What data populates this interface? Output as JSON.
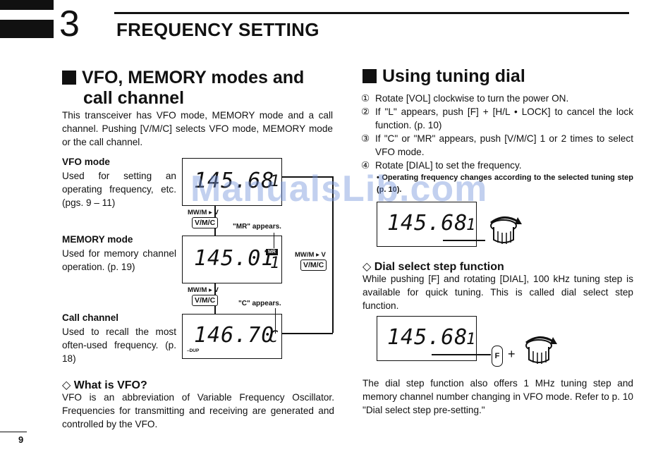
{
  "header": {
    "chapter_number": "3",
    "chapter_title": "FREQUENCY SETTING"
  },
  "left": {
    "section_title_1": "VFO, MEMORY modes and",
    "section_title_2": "call channel",
    "intro": "This transceiver has VFO mode, MEMORY mode and a call channel. Pushing [V/M/C] selects VFO mode, MEMORY mode or the call channel.",
    "vfo_title": "VFO mode",
    "vfo_text": "Used for setting an operating frequency, etc. (pgs. 9 – 11)",
    "memory_title": "MEMORY mode",
    "memory_text": "Used for memory channel operation. (p. 19)",
    "call_title": "Call channel",
    "call_text": "Used to recall the most often-used frequency. (p. 18)",
    "what_title": "◇ What is VFO?",
    "what_text": "VFO is an abbreviation of Variable Frequency Oscillator. Frequencies for transmitting and receiving are generated and controlled by the VFO."
  },
  "diagram": {
    "lcd1": "145.68",
    "lcd1_ch": "1",
    "lcd2": "145.01",
    "lcd2_ch": "1",
    "lcd2_badge": "MR",
    "lcd3": "146.70",
    "lcd3_ch": "C",
    "lcd3_dup": "–DUP",
    "key_label": "V/M/C",
    "key_caption": "MW/M ▸ V",
    "note_mr": "\"MR\" appears.",
    "note_c": "\"C\" appears."
  },
  "right": {
    "section_title": "Using tuning dial",
    "steps": [
      {
        "n": "①",
        "text": "Rotate [VOL] clockwise to turn the power ON."
      },
      {
        "n": "②",
        "text": "If \"L\" appears, push [F] + [H/L • LOCK] to cancel the lock function. (p. 10)"
      },
      {
        "n": "③",
        "text": "If \"C\" or \"MR\" appears, push [V/M/C] 1 or 2 times to select VFO mode."
      },
      {
        "n": "④",
        "text": "Rotate [DIAL] to set the frequency."
      }
    ],
    "step_bullet": "• Operating frequency changes according to the selected tuning step (p. 10).",
    "lcd_a": "145.68",
    "lcd_a_ch": "1",
    "dial_title": "◇ Dial select step function",
    "dial_text": "While pushing [F] and rotating [DIAL], 100 kHz tuning step is available for quick tuning. This is called dial select step function.",
    "lcd_b": "145.68",
    "lcd_b_ch": "1",
    "f_key": "F",
    "plus": "+",
    "final_text": "The dial step function also offers 1 MHz tuning step and memory channel number changing in VFO mode. Refer to p. 10 \"Dial select step pre-setting.\""
  },
  "footer": {
    "page_number": "9",
    "watermark": "ManualsLib.com"
  }
}
